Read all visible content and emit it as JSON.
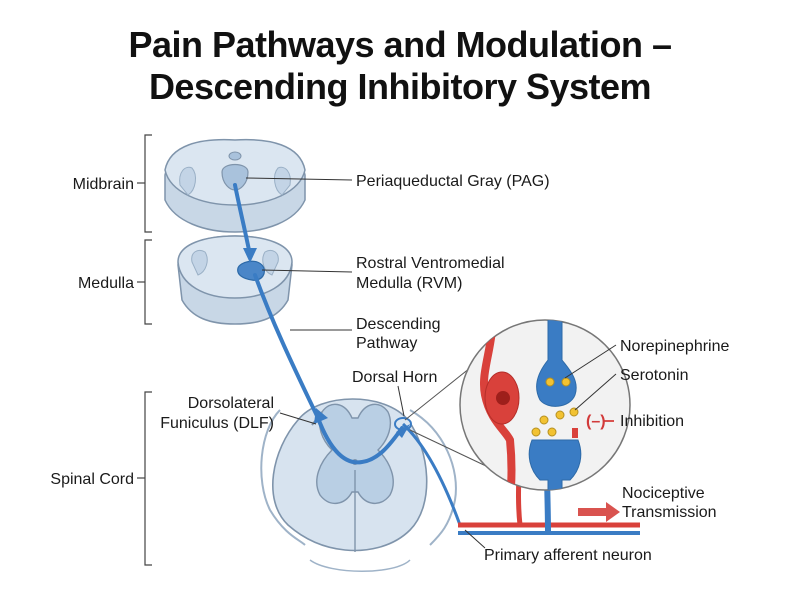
{
  "title": {
    "line1": "Pain Pathways and Modulation –",
    "line2": "Descending Inhibitory System"
  },
  "regions": {
    "midbrain": "Midbrain",
    "medulla": "Medulla",
    "spinal_cord": "Spinal Cord"
  },
  "labels": {
    "pag": "Periaqueductal Gray (PAG)",
    "rvm_line1": "Rostral Ventromedial",
    "rvm_line2": "Medulla (RVM)",
    "descending_line1": "Descending",
    "descending_line2": "Pathway",
    "dorsal_horn": "Dorsal Horn",
    "dlf_line1": "Dorsolateral",
    "dlf_line2": "Funiculus (DLF)",
    "norepinephrine": "Norepinephrine",
    "serotonin": "Serotonin",
    "inhibition_sign": "(–)",
    "inhibition": "Inhibition",
    "nociceptive_line1": "Nociceptive",
    "nociceptive_line2": "Transmission",
    "primary_afferent": "Primary afferent neuron"
  },
  "colors": {
    "descending_pathway": "#3a7cc4",
    "afferent_neuron": "#d9413b",
    "tissue_fill": "#dbe6f1",
    "tissue_stroke": "#7f94ab",
    "gray_matter": "#b9cfe4",
    "serotonin_vesicle": "#f2c232",
    "arrow_red": "#d9534f"
  },
  "icons": {
    "inhibition_arrow": "red-right-arrow-icon",
    "nociceptive_arrow": "red-right-arrow-icon"
  }
}
